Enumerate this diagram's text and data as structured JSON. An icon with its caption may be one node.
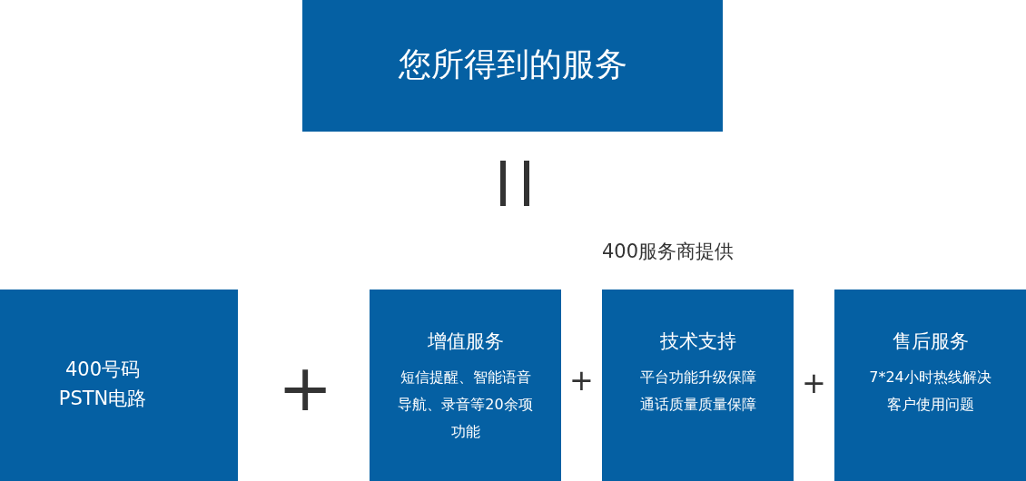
{
  "diagram": {
    "nodes": [
      {
        "text": [
          "您所得到的服务"
        ]
      },
      {
        "text": [
          "400号码 PSTN电路"
        ]
      },
      {
        "text": [
          "增值服务",
          "短信提醒、智能语音导航、录音等20余项功能"
        ]
      },
      {
        "text": [
          "技术支持",
          "平台功能升级保障通话质量质量保障"
        ]
      },
      {
        "text": [
          "售后服务",
          "7*24小时热线解决客户使用问题"
        ]
      }
    ],
    "labels": [
      "400服务商提供",
      "+",
      "+",
      "+"
    ]
  }
}
